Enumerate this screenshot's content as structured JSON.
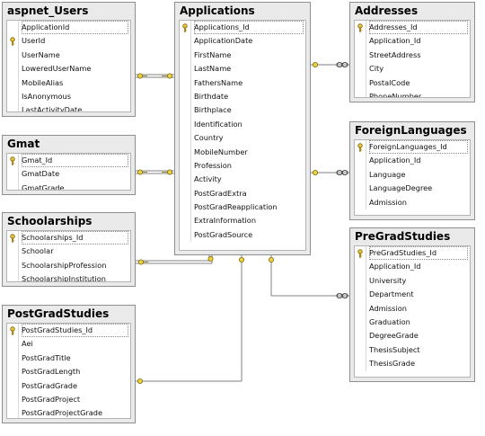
{
  "tables": {
    "aspnet_users": {
      "title": "aspnet_Users",
      "columns": [
        {
          "name": "ApplicationId",
          "key": false
        },
        {
          "name": "UserId",
          "key": true
        },
        {
          "name": "UserName",
          "key": false
        },
        {
          "name": "LoweredUserName",
          "key": false
        },
        {
          "name": "MobileAlias",
          "key": false
        },
        {
          "name": "IsAnonymous",
          "key": false
        },
        {
          "name": "LastActivityDate",
          "key": false
        }
      ]
    },
    "applications": {
      "title": "Applications",
      "columns": [
        {
          "name": "Applications_Id",
          "key": true
        },
        {
          "name": "ApplicationDate",
          "key": false
        },
        {
          "name": "FirstName",
          "key": false
        },
        {
          "name": "LastName",
          "key": false
        },
        {
          "name": "FathersName",
          "key": false
        },
        {
          "name": "Birthdate",
          "key": false
        },
        {
          "name": "Birthplace",
          "key": false
        },
        {
          "name": "Identification",
          "key": false
        },
        {
          "name": "Country",
          "key": false
        },
        {
          "name": "MobileNumber",
          "key": false
        },
        {
          "name": "Profession",
          "key": false
        },
        {
          "name": "Activity",
          "key": false
        },
        {
          "name": "PostGradExtra",
          "key": false
        },
        {
          "name": "PostGradReapplication",
          "key": false
        },
        {
          "name": "ExtraInformation",
          "key": false
        },
        {
          "name": "PostGradSource",
          "key": false
        }
      ]
    },
    "addresses": {
      "title": "Addresses",
      "columns": [
        {
          "name": "Addresses_Id",
          "key": true
        },
        {
          "name": "Application_Id",
          "key": false
        },
        {
          "name": "StreetAddress",
          "key": false
        },
        {
          "name": "City",
          "key": false
        },
        {
          "name": "PostalCode",
          "key": false
        },
        {
          "name": "PhoneNumber",
          "key": false
        }
      ]
    },
    "gmat": {
      "title": "Gmat",
      "columns": [
        {
          "name": "Gmat_Id",
          "key": true
        },
        {
          "name": "GmatDate",
          "key": false
        },
        {
          "name": "GmatGrade",
          "key": false
        }
      ]
    },
    "foreign_languages": {
      "title": "ForeignLanguages",
      "columns": [
        {
          "name": "ForeignLanguages_Id",
          "key": true
        },
        {
          "name": "Application_Id",
          "key": false
        },
        {
          "name": "Language",
          "key": false
        },
        {
          "name": "LanguageDegree",
          "key": false
        },
        {
          "name": "Admission",
          "key": false
        }
      ]
    },
    "scholarships": {
      "title": "Schoolarships",
      "columns": [
        {
          "name": "Schoolarships_Id",
          "key": true
        },
        {
          "name": "Schoolar",
          "key": false
        },
        {
          "name": "SchoolarshipProfession",
          "key": false
        },
        {
          "name": "SchoolarshipInstitution",
          "key": false
        }
      ]
    },
    "pre_grad_studies": {
      "title": "PreGradStudies",
      "columns": [
        {
          "name": "PreGradStudies_Id",
          "key": true
        },
        {
          "name": "Application_Id",
          "key": false
        },
        {
          "name": "University",
          "key": false
        },
        {
          "name": "Department",
          "key": false
        },
        {
          "name": "Admission",
          "key": false
        },
        {
          "name": "Graduation",
          "key": false
        },
        {
          "name": "DegreeGrade",
          "key": false
        },
        {
          "name": "ThesisSubject",
          "key": false
        },
        {
          "name": "ThesisGrade",
          "key": false
        }
      ]
    },
    "post_grad_studies": {
      "title": "PostGradStudies",
      "columns": [
        {
          "name": "PostGradStudies_Id",
          "key": true
        },
        {
          "name": "Aei",
          "key": false
        },
        {
          "name": "PostGradTitle",
          "key": false
        },
        {
          "name": "PostGradLength",
          "key": false
        },
        {
          "name": "PostGradGrade",
          "key": false
        },
        {
          "name": "PostGradProject",
          "key": false
        },
        {
          "name": "PostGradProjectGrade",
          "key": false
        }
      ]
    }
  },
  "relationships": [
    {
      "from": "aspnet_users",
      "to": "applications",
      "one_end": "key",
      "many_end": "key"
    },
    {
      "from": "gmat",
      "to": "applications",
      "one_end": "key",
      "many_end": "key"
    },
    {
      "from": "scholarships",
      "to": "applications",
      "one_end": "key",
      "many_end": "key"
    },
    {
      "from": "applications",
      "to": "addresses",
      "one_end": "key",
      "many_end": "infinity"
    },
    {
      "from": "applications",
      "to": "foreign_languages",
      "one_end": "key",
      "many_end": "infinity"
    },
    {
      "from": "applications",
      "to": "pre_grad_studies",
      "one_end": "key",
      "many_end": "infinity"
    },
    {
      "from": "applications",
      "to": "post_grad_studies",
      "one_end": "key",
      "many_end": "key"
    }
  ],
  "colors": {
    "table_frame": "#eaeaea",
    "table_border": "#8e8e8e",
    "connector": "#7a7a7a",
    "key_icon": "#c9a227"
  }
}
